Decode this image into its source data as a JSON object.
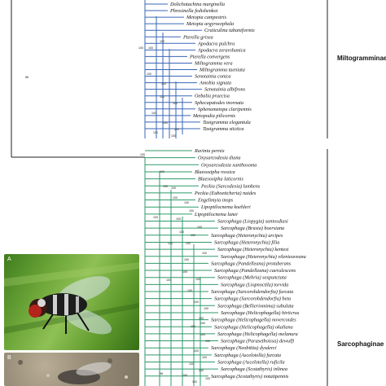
{
  "groups": {
    "miltogramminae": "Miltogramminae",
    "sarcophaginae": "Sarcophaginae"
  },
  "colors": {
    "miltogramminae": "#3a66b7",
    "sarcophaginae": "#2f9a6a",
    "backbone": "#222222"
  },
  "root_bootstrap": "88",
  "panels": {
    "a": {
      "label": "A",
      "description": "fly on green leaf"
    },
    "b": {
      "label": "B",
      "description": "fly on soil"
    }
  },
  "miltogramminae_taxa": [
    "Dolichotachina marginella",
    "Phrosinella fedtshenkoi",
    "Metopia campestris",
    "Metopia argyrocephala",
    "Craticulina tabaniformis",
    "Pterella grisea",
    "Apodacra pulchra",
    "Apodacra zeravshanica",
    "Pterella convergens",
    "Miltogramma vera",
    "Miltogramma taeniata",
    "Senotainia conica",
    "Amobia signata",
    "Senotainia albifrons",
    "Oebalia praecisa",
    "Sphecapatodes inornata",
    "Sphenometopa claripennis",
    "Metopodia pilicornis",
    "Taxigramma elegantula",
    "Taxigramma stictica"
  ],
  "sarcophaginae_taxa": [
    "Ravinia pernix",
    "Oxysarcodexia diana",
    "Oxysarcodexia xanthosoma",
    "Blaesoxipha rossica",
    "Blaesoxipha laticornis",
    "Peckia (Sarcodexia) lambens",
    "Peckia (Euboettcheria) naides",
    "Engelimyia inops",
    "Lipoptilocnema koehleri",
    "Lipoptilocnema lanei",
    "Sarcophaga (Liopygia) santosdiasi",
    "Sarcophaga (Brasia) boersiana",
    "Sarcophaga (Heteronychia) arcipes",
    "Sarcophaga (Heteronychia) filia",
    "Sarcophaga (Heteronychia) kentesi",
    "Sarcophaga (Heteronychia) vilenieuveana",
    "Sarcophaga (Pandelleana) protuberans",
    "Sarcophaga (Pandelleana) caerulescens",
    "Sarcophaga (Mehria) sexpunctata",
    "Sarcophaga (Liopnoctila) torvida",
    "Sarcophaga (Sarcorohdendorfia) furcata",
    "Sarcophaga (Sarcorohdendorfia) beta",
    "Sarcophaga (Bellieriomima) subulata",
    "Sarcophaga (Helicophagella) hirticrus",
    "Sarcophaga (Helicophagella) novercoides",
    "Sarcophaga (Helicophagella) okaliana",
    "Sarcophaga (Helicophagella) melanura",
    "Sarcophaga (Parasethoissa) dewulfi",
    "Sarcophaga (Neobittia) dysderci",
    "Sarcophaga (Ascelotella) furcata",
    "Sarcophaga (Ascelotella) ruficila",
    "Sarcophaga (Scotathyris) inlinea",
    "Sarcophaga (Scotathyris) notatipennis"
  ],
  "bootstrap_values": [
    "100",
    "100",
    "100",
    "100",
    "100",
    "100",
    "100",
    "100",
    "100",
    "100",
    "100",
    "100",
    "100",
    "100",
    "100",
    "100",
    "100",
    "100",
    "100",
    "100",
    "100",
    "100",
    "100",
    "100",
    "100",
    "100",
    "100",
    "100",
    "100",
    "100",
    "100",
    "100",
    "100",
    "100",
    "100",
    "100",
    "100",
    "100",
    "100",
    "100",
    "96",
    "100",
    "100",
    "100",
    "100",
    "100",
    "100"
  ]
}
